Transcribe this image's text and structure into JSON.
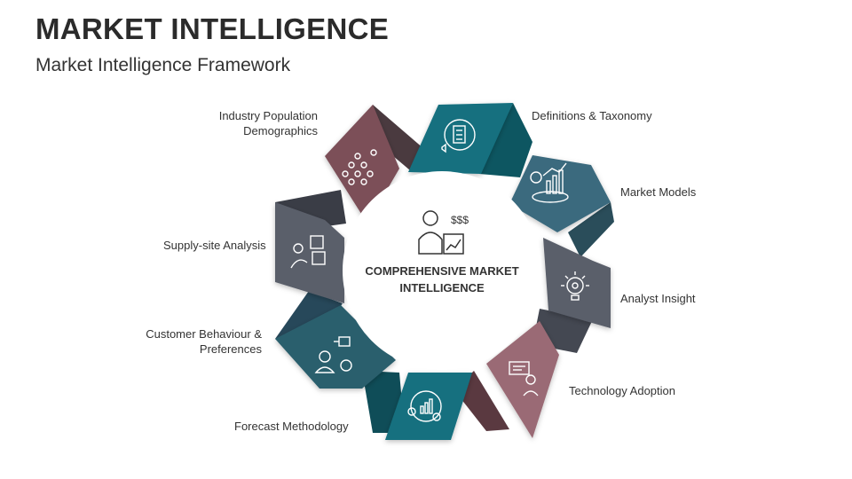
{
  "title": "MARKET INTELLIGENCE",
  "subtitle": "Market Intelligence Framework",
  "center": {
    "line1": "COMPREHENSIVE MARKET",
    "line2": "INTELLIGENCE",
    "icon": "analyst-with-chart-icon"
  },
  "colors": {
    "teal": "#13707f",
    "steel_blue": "#3b6a7e",
    "slate": "#5a5f6b",
    "mauve": "#7c4f58",
    "rose": "#9a6b74",
    "dark_teal": "#2c5f6d"
  },
  "segments": [
    {
      "line1": "Definitions & Taxonomy",
      "line2": "",
      "icon": "checklist-icon"
    },
    {
      "line1": "Market Models",
      "line2": "",
      "icon": "growth-chart-icon"
    },
    {
      "line1": "Analyst Insight",
      "line2": "",
      "icon": "lightbulb-network-icon"
    },
    {
      "line1": "Technology Adoption",
      "line2": "",
      "icon": "tech-user-icon"
    },
    {
      "line1": "Forecast Methodology",
      "line2": "",
      "icon": "forecast-chart-icon"
    },
    {
      "line1": "Customer Behaviour &",
      "line2": "Preferences",
      "icon": "customer-preferences-icon"
    },
    {
      "line1": "Supply-site Analysis",
      "line2": "",
      "icon": "supply-boxes-icon"
    },
    {
      "line1": "Industry Population",
      "line2": "Demographics",
      "icon": "population-group-icon"
    }
  ]
}
